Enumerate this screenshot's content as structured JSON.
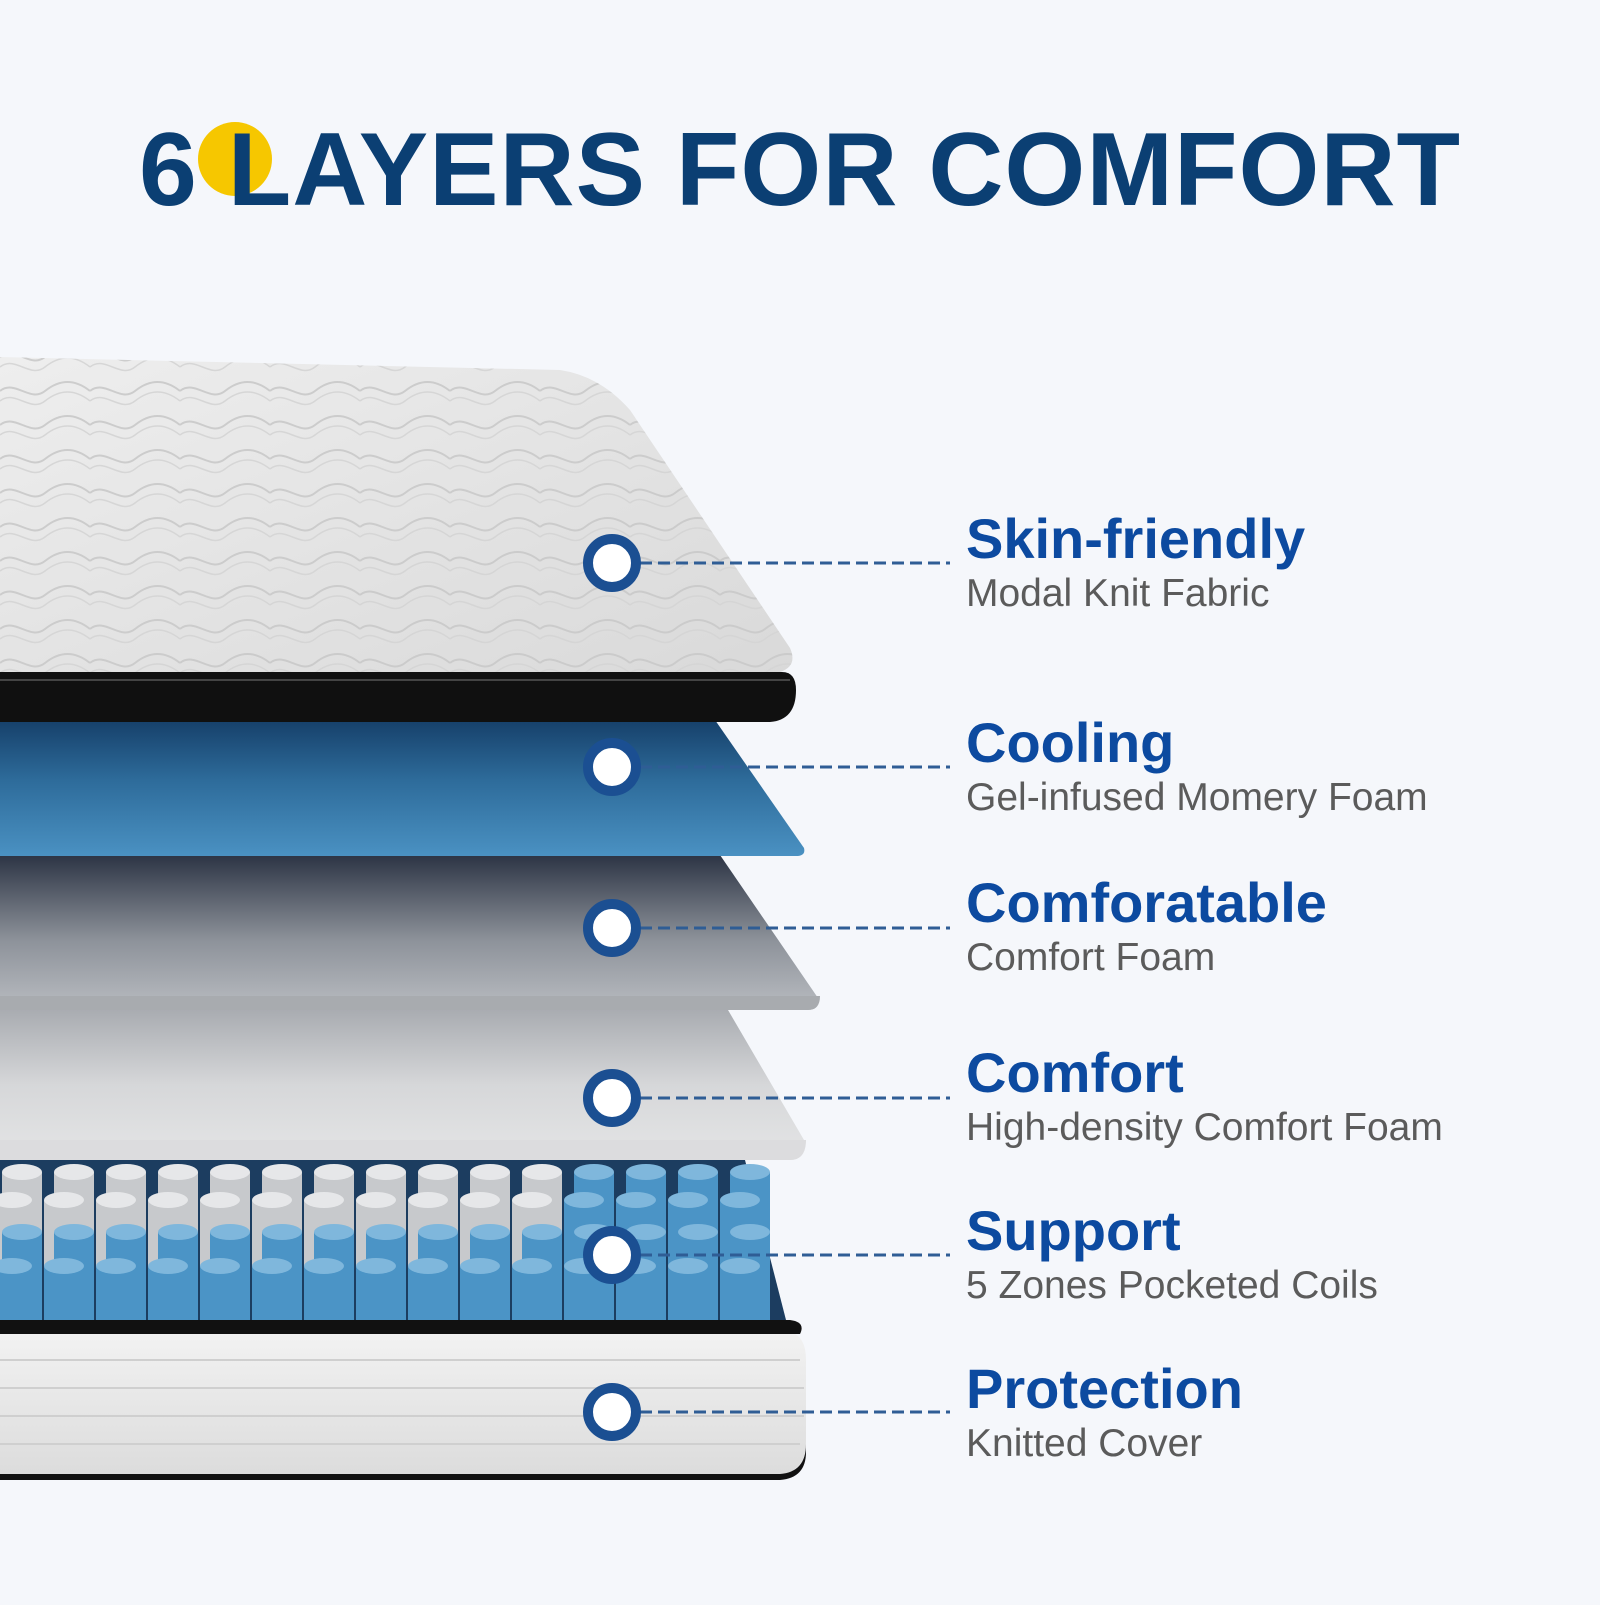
{
  "headline": {
    "text": "6 LAYERS FOR COMFORT",
    "accent_dot_color": "#f6c700",
    "text_color": "#0b3f73"
  },
  "colors": {
    "title": "#0c4aa0",
    "subtitle": "#5b5b5b",
    "marker_ring": "#1b4f92",
    "leader_line": "#2f5d95"
  },
  "layers": [
    {
      "title": "Skin-friendly",
      "subtitle": "Modal Knit Fabric"
    },
    {
      "title": "Cooling",
      "subtitle": "Gel-infused Momery Foam"
    },
    {
      "title": "Comforatable",
      "subtitle": "Comfort Foam"
    },
    {
      "title": "Comfort",
      "subtitle": "High-density Comfort Foam"
    },
    {
      "title": "Support",
      "subtitle": "5 Zones Pocketed Coils"
    },
    {
      "title": "Protection",
      "subtitle": "Knitted Cover"
    }
  ]
}
